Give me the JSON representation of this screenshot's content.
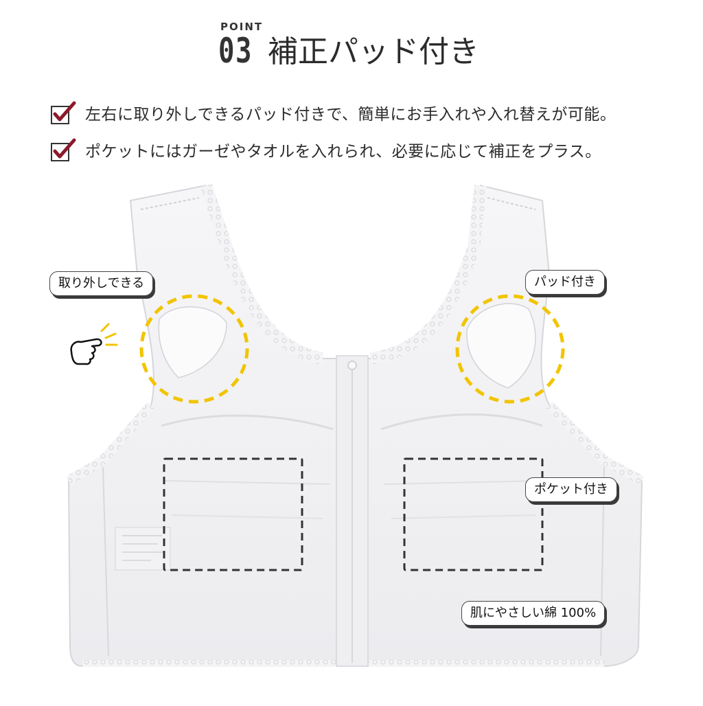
{
  "header": {
    "point_label": "POINT",
    "point_number": "03",
    "title": "補正パッド付き"
  },
  "bullets": [
    {
      "text": "左右に取り外しできるパッド付きで、簡単にお手入れや入れ替えが可能。",
      "icon": "checkbox-check-icon"
    },
    {
      "text": "ポケットにはガーゼやタオルを入れられ、必要に応じて補正をプラス。",
      "icon": "checkbox-check-icon"
    }
  ],
  "callouts": {
    "removable": "取り外しできる",
    "with_pad": "パッド付き",
    "with_pocket": "ポケット付き",
    "cotton": "肌にやさしい綿 100%"
  },
  "colors": {
    "check": "#8b1a2b",
    "highlight_circle": "#f2c400",
    "pocket_dash": "#333333",
    "label_shadow": "#3a3a3a"
  }
}
